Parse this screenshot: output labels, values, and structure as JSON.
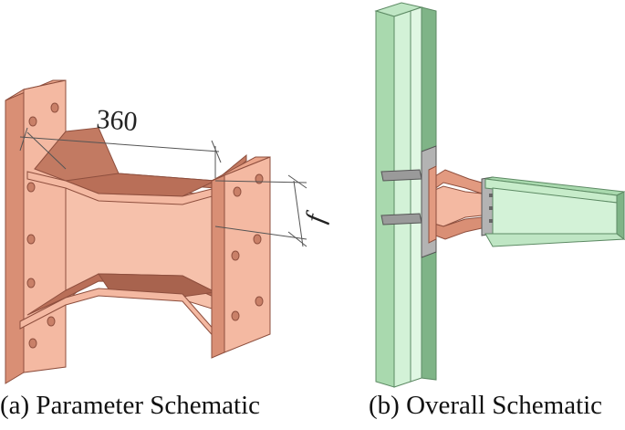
{
  "panel_a": {
    "caption": "(a) Parameter Schematic",
    "dimension_length": "360",
    "dimension_symbol": "f"
  },
  "panel_b": {
    "caption": "(b) Overall Schematic"
  },
  "colors": {
    "copper_light": "#f4b9a2",
    "copper_mid": "#e29a80",
    "copper_dark": "#b96f58",
    "copper_edge": "#8e4f3e",
    "steel_light": "#d3f2d7",
    "steel_mid": "#a9d9ae",
    "steel_dark": "#7fb487",
    "steel_edge": "#5d8a64",
    "plate_gray": "#9a9a9a",
    "dim_line": "#555555"
  }
}
